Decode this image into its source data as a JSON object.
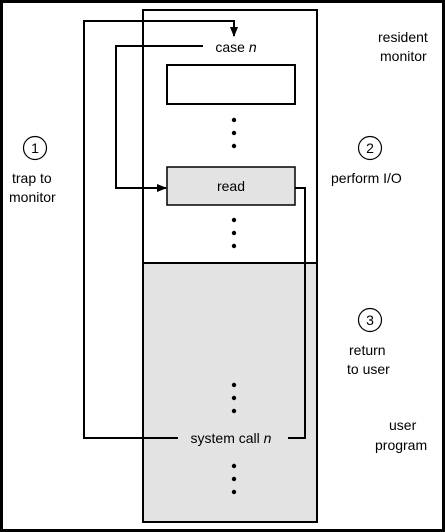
{
  "diagram": {
    "nodes": {
      "case_n": {
        "text": "case",
        "var": "n"
      },
      "read": {
        "text": "read"
      },
      "system_call_n": {
        "text": "system call",
        "var": "n"
      }
    },
    "regions": {
      "resident_monitor": [
        "resident",
        "monitor"
      ],
      "user_program": [
        "user",
        "program"
      ]
    },
    "steps": [
      {
        "num": "1",
        "lines": [
          "trap to",
          "monitor"
        ]
      },
      {
        "num": "2",
        "lines": [
          "perform I/O"
        ]
      },
      {
        "num": "3",
        "lines": [
          "return",
          "to user"
        ]
      }
    ],
    "colors": {
      "user_area": "#e3e3e3",
      "read_box": "#e3e3e3",
      "stroke": "#000000"
    }
  }
}
